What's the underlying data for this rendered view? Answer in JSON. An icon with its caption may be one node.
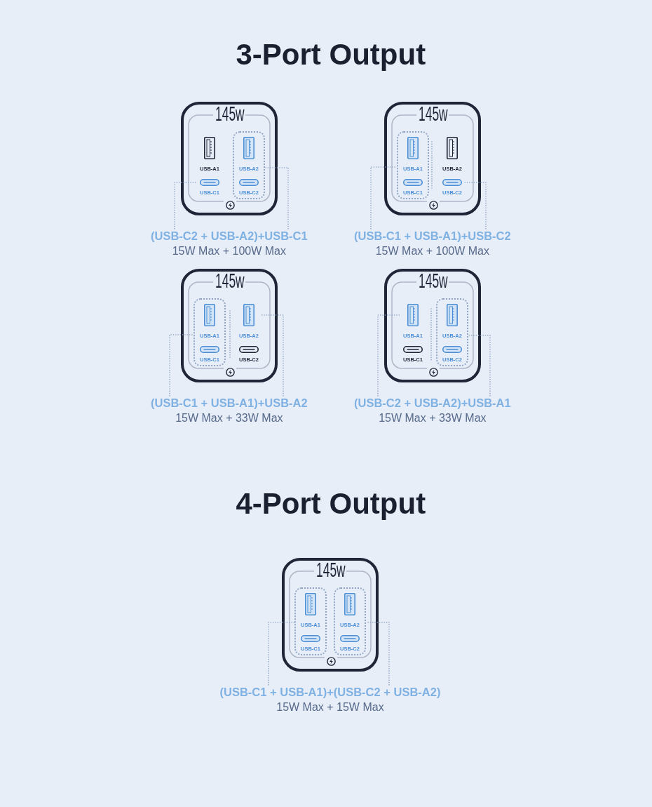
{
  "diagram": {
    "nodes": [
      {
        "text": [
          "145w"
        ]
      },
      {
        "text": [
          "USB-A1"
        ],
        "in": 0
      },
      {
        "text": [],
        "shape": "box",
        "in": 0
      },
      {
        "text": [
          "USB-A2"
        ],
        "in": 2
      },
      {
        "text": [
          "USB-C1"
        ],
        "in": 0
      },
      {
        "text": [
          "USB-C2"
        ],
        "in": 2
      },
      {
        "text": [
          "(USB-C2 + USB-A2)+USB-C1",
          "15W Max + 100W Max"
        ]
      },
      {
        "text": [
          "145w"
        ]
      },
      {
        "text": [],
        "shape": "box",
        "in": 7
      },
      {
        "text": [
          "USB-A1"
        ],
        "in": 8
      },
      {
        "text": [
          "USB-A2"
        ],
        "in": 7
      },
      {
        "text": [
          "USB-C1"
        ],
        "in": 8
      },
      {
        "text": [
          "USB-C2"
        ],
        "in": 7
      },
      {
        "text": [
          "(USB-C1 + USB-A1)+USB-C2",
          "15W Max + 100W Max"
        ]
      },
      {
        "text": [
          "145w"
        ]
      },
      {
        "text": [],
        "shape": "box",
        "in": 14
      },
      {
        "text": [
          "USB-A1"
        ],
        "in": 15
      },
      {
        "text": [
          "USB-A2"
        ],
        "in": 14
      },
      {
        "text": [
          "USB-C1"
        ],
        "in": 15
      },
      {
        "text": [
          "USB-C2"
        ],
        "in": 14
      },
      {
        "text": [
          "(USB-C1 + USB-A1)+USB-A2",
          "15W Max + 33W Max"
        ]
      },
      {
        "text": [
          "145w"
        ]
      },
      {
        "text": [
          "USB-A1"
        ],
        "in": 21
      },
      {
        "text": [],
        "shape": "box",
        "in": 21
      },
      {
        "text": [
          "USB-A2"
        ],
        "in": 23
      },
      {
        "text": [
          "USB-C1"
        ],
        "in": 21
      },
      {
        "text": [
          "USB-C2"
        ],
        "in": 23
      },
      {
        "text": [
          "(USB-C2 + USB-A2)+USB-A1",
          "15W Max + 33W Max"
        ]
      },
      {
        "text": [
          "145w"
        ]
      },
      {
        "text": [],
        "shape": "box",
        "in": 28
      },
      {
        "text": [
          "USB-A1"
        ],
        "in": 29
      },
      {
        "text": [],
        "shape": "box",
        "in": 28
      },
      {
        "text": [
          "USB-A2"
        ],
        "in": 31
      },
      {
        "text": [
          "USB-C1"
        ],
        "in": 29
      },
      {
        "text": [
          "USB-C2"
        ],
        "in": 31
      },
      {
        "text": [
          "(USB-C1 + USB-A1)+(USB-C2 + USB-A2)",
          "15W Max + 15W Max"
        ]
      }
    ],
    "edges": [
      {
        "from": 6,
        "to": 4,
        "arrow": "none"
      },
      {
        "from": 6,
        "to": 2,
        "arrow": "none"
      },
      {
        "from": 13,
        "to": 8,
        "arrow": "none"
      },
      {
        "from": 13,
        "to": 12,
        "arrow": "none"
      },
      {
        "from": 20,
        "to": 15,
        "arrow": "none"
      },
      {
        "from": 20,
        "to": 17,
        "arrow": "none"
      },
      {
        "from": 27,
        "to": 22,
        "arrow": "none"
      },
      {
        "from": 27,
        "to": 23,
        "arrow": "none"
      },
      {
        "from": 35,
        "to": 29,
        "arrow": "none"
      },
      {
        "from": 35,
        "to": 31,
        "arrow": "none"
      }
    ],
    "labels": [
      "3-Port Output",
      "4-Port Output"
    ]
  }
}
